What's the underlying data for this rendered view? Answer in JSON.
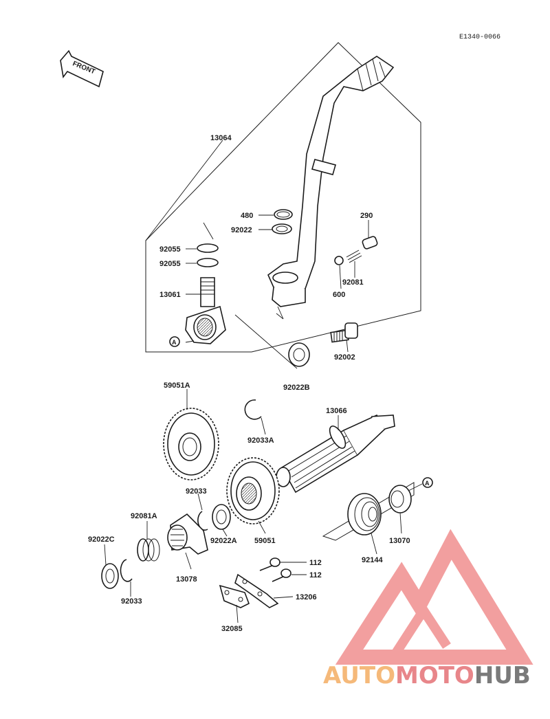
{
  "diagram_code": "E1340-0066",
  "front_label": "FRONT",
  "ref_marker": "A",
  "watermark": {
    "part1": "AUTO",
    "part2": "MOTO",
    "part3": "HUB",
    "color1": "#f5b97a",
    "color2": "#e8868a",
    "color3": "#7a7a7a",
    "logo_color": "#ee8080"
  },
  "labels": {
    "l13064": "13064",
    "l480": "480",
    "l92022": "92022",
    "l290": "290",
    "l92055a": "92055",
    "l92055b": "92055",
    "l92081": "92081",
    "l600": "600",
    "l13061": "13061",
    "l92002": "92002",
    "l92022B": "92022B",
    "l59051A": "59051A",
    "l92033A": "92033A",
    "l13066": "13066",
    "l92033": "92033",
    "l92081A": "92081A",
    "l92022C": "92022C",
    "l92022A": "92022A",
    "l59051": "59051",
    "l92144": "92144",
    "l13070": "13070",
    "l112a": "112",
    "l112b": "112",
    "l13078": "13078",
    "l13206": "13206",
    "l92033b": "92033",
    "l32085": "32085"
  }
}
